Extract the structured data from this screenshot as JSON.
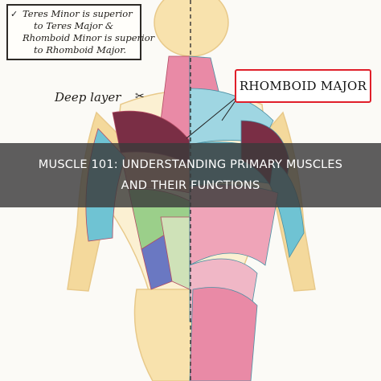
{
  "note": {
    "check_icon": "check-icon",
    "line1": "Teres Minor is superior",
    "line2": "to Teres Major &",
    "line3": "Rhomboid Minor is superior",
    "line4": "to Rhomboid Major."
  },
  "deep_layer": {
    "label": "Deep layer",
    "icon": "scissors-icon"
  },
  "callout": {
    "label": "RHOMBOID MAJOR",
    "border_color": "#e01f2a"
  },
  "banner": {
    "line1": "MUSCLE 101: UNDERSTANDING PRIMARY MUSCLES",
    "line2": "AND THEIR FUNCTIONS"
  },
  "colors": {
    "bone": "#f6dfa8",
    "rhomboid": "#6fc3d3",
    "pink_muscle": "#e98aa6",
    "dark_muscle": "#7a2e45",
    "green_muscle": "#9bcf8a",
    "purple_muscle": "#6a78c2"
  }
}
